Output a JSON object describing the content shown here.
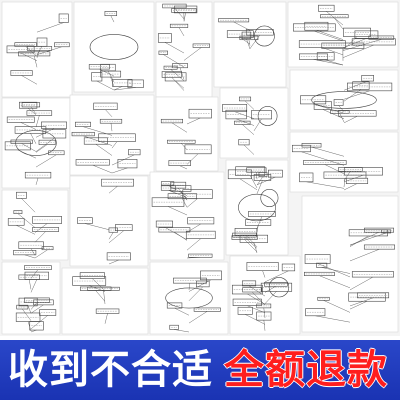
{
  "banner": {
    "left_text": "收到不合适",
    "right_text": "全额退款"
  },
  "colors": {
    "banner_blue": "#1f3cc0",
    "refund_red": "#ff1e1e",
    "diagram_ink": "#444444",
    "collage_bg": "#f4f4f4"
  },
  "collage": {
    "description_icon": "diagram-thumbnails"
  }
}
